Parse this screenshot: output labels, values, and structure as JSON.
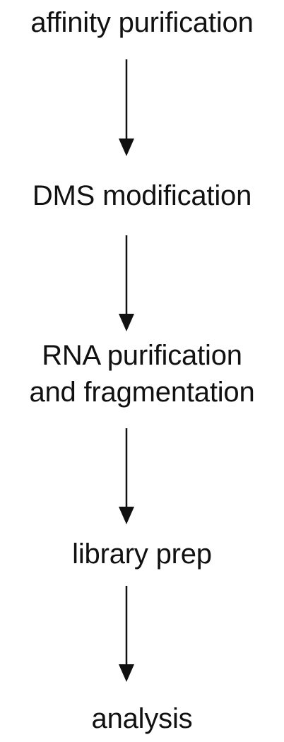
{
  "steps": [
    {
      "lines": [
        "affinity purification"
      ]
    },
    {
      "lines": [
        "DMS modification"
      ]
    },
    {
      "lines": [
        "RNA purification",
        "and fragmentation"
      ]
    },
    {
      "lines": [
        "library prep"
      ]
    },
    {
      "lines": [
        "analysis"
      ]
    }
  ]
}
